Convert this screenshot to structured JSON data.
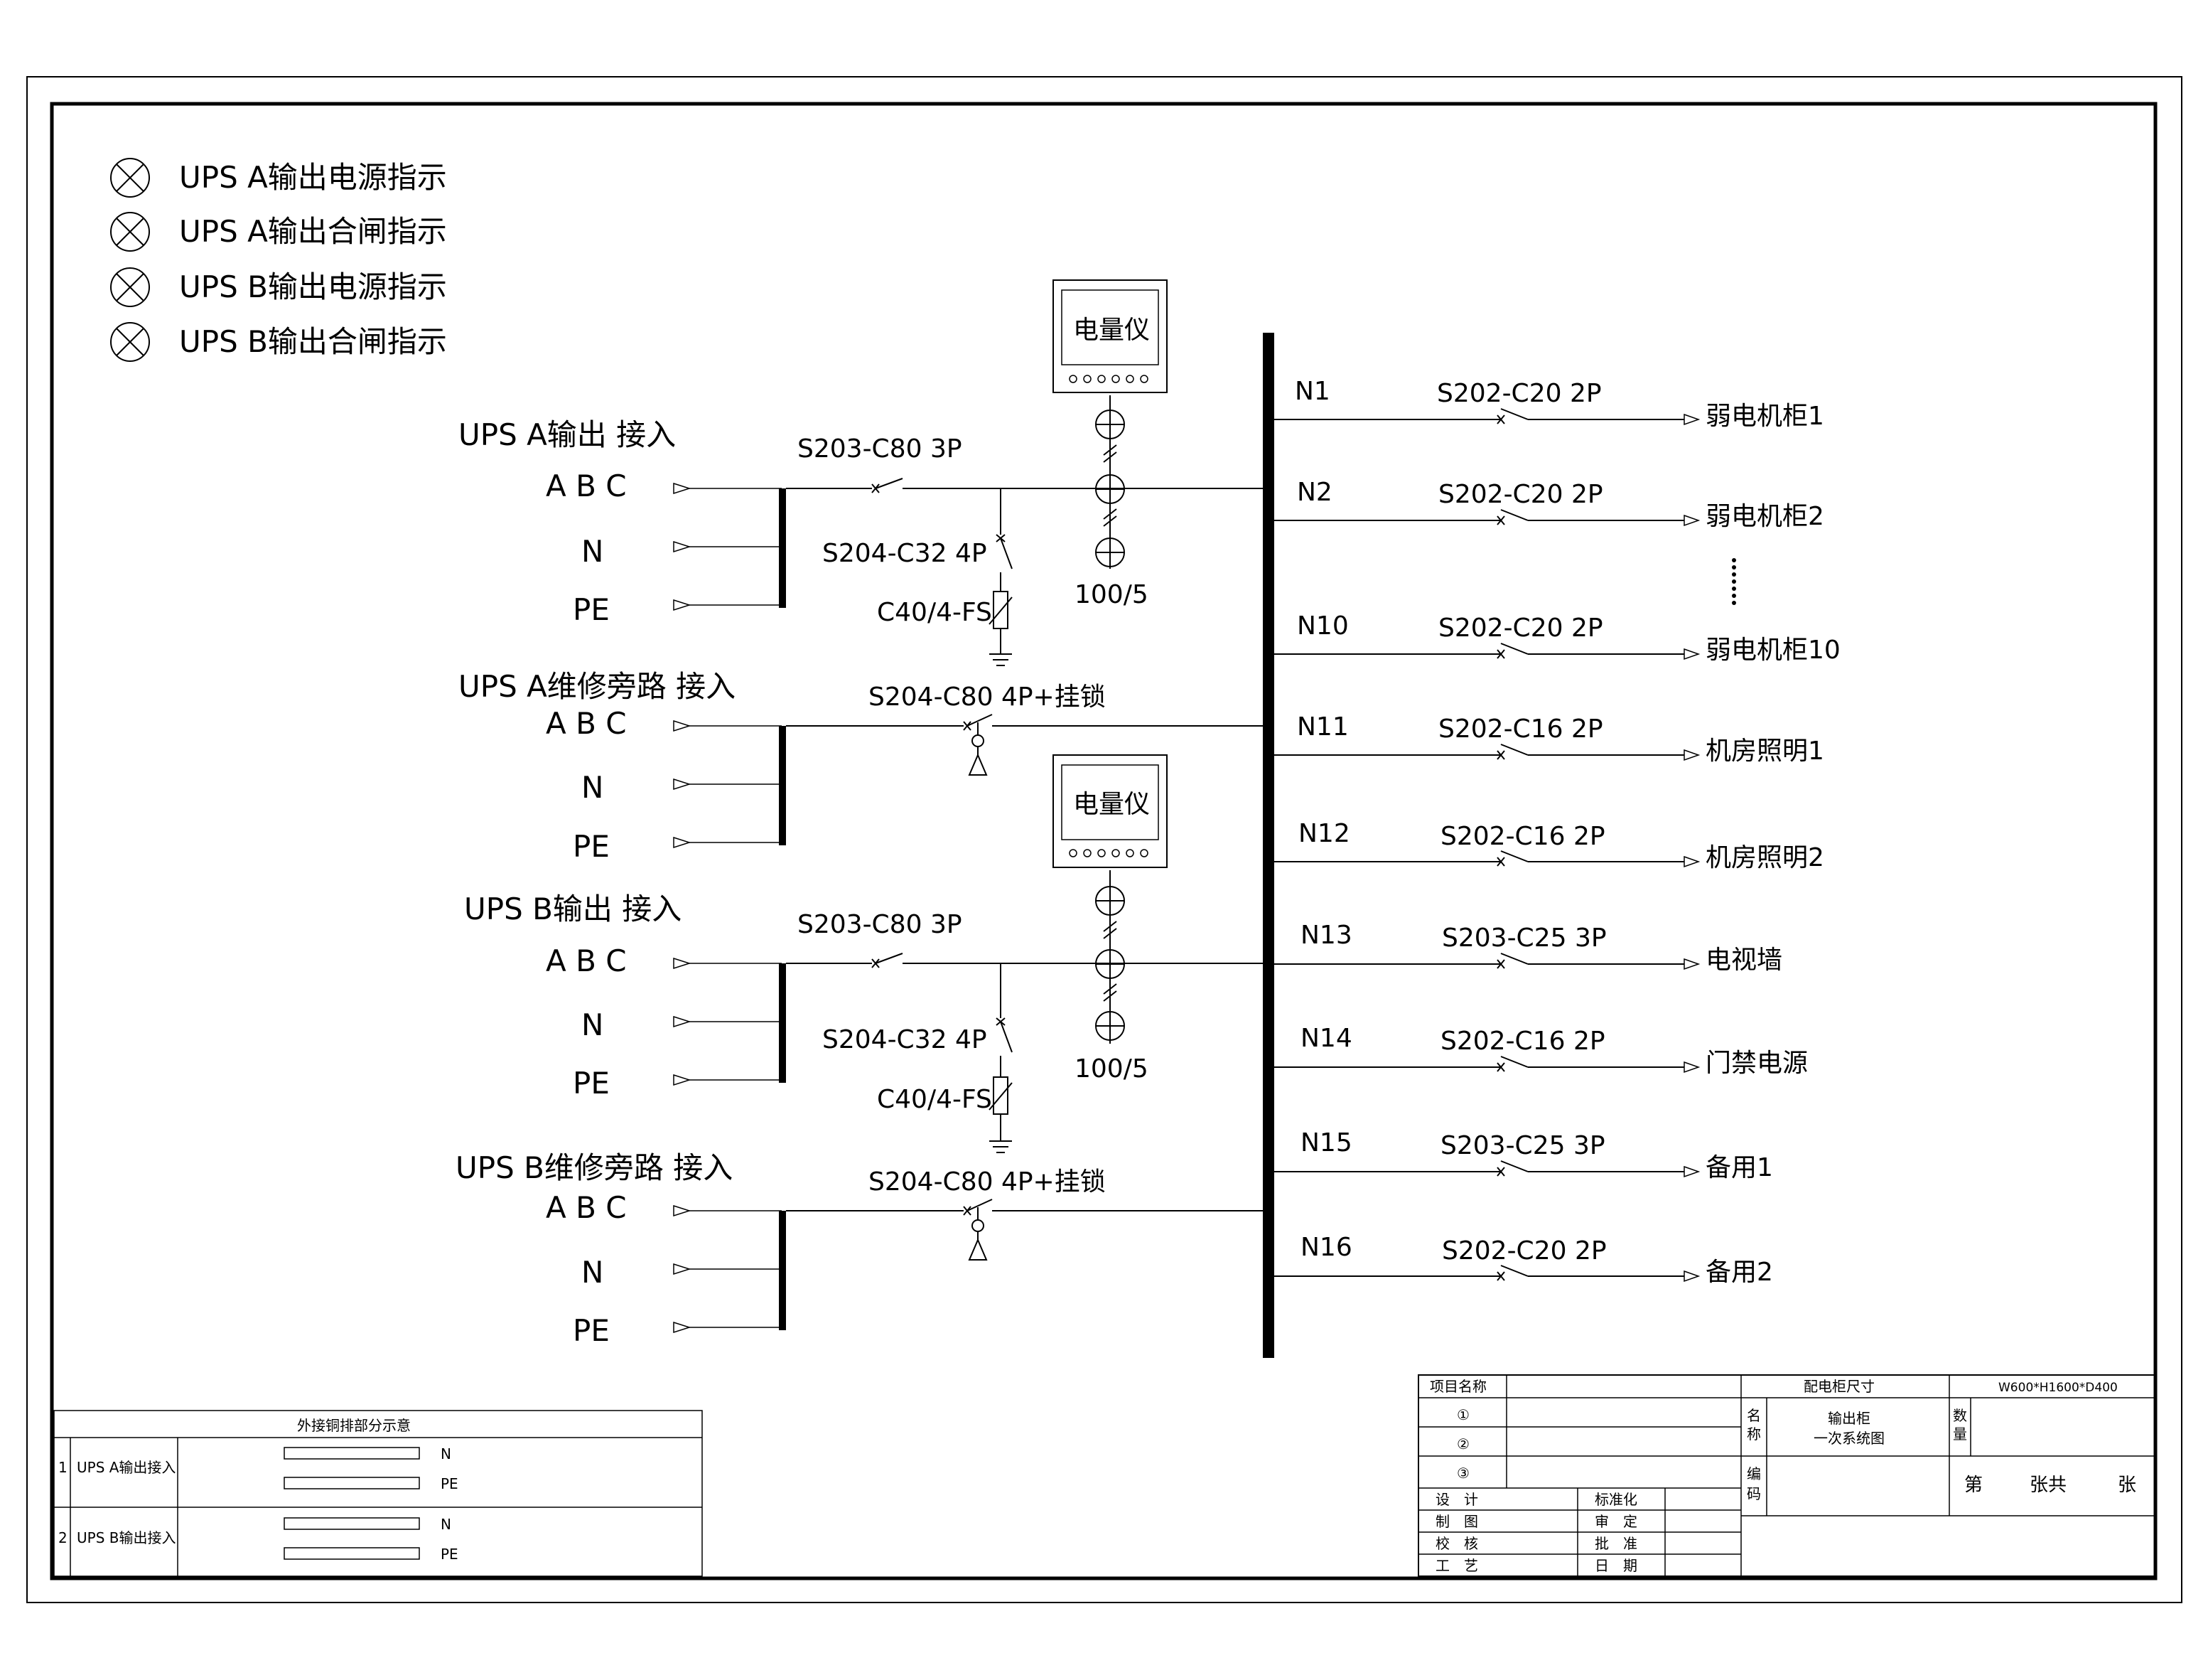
{
  "indicators": [
    "UPS A输出电源指示",
    "UPS A输出合闸指示",
    "UPS B输出电源指示",
    "UPS B输出合闸指示"
  ],
  "inputs": [
    {
      "title": "UPS A输出 接入",
      "phases": "A B C",
      "n": "N",
      "pe": "PE",
      "main_breaker": "S203-C80 3P",
      "spd_breaker": "S204-C32 4P",
      "spd": "C40/4-FS",
      "ct": "100/5",
      "meter": "电量仪"
    },
    {
      "title": "UPS A维修旁路 接入",
      "phases": "A B C",
      "n": "N",
      "pe": "PE",
      "bypass_breaker": "S204-C80 4P+挂锁"
    },
    {
      "title": "UPS B输出 接入",
      "phases": "A B C",
      "n": "N",
      "pe": "PE",
      "main_breaker": "S203-C80 3P",
      "spd_breaker": "S204-C32 4P",
      "spd": "C40/4-FS",
      "ct": "100/5",
      "meter": "电量仪"
    },
    {
      "title": "UPS B维修旁路 接入",
      "phases": "A B C",
      "n": "N",
      "pe": "PE",
      "bypass_breaker": "S204-C80 4P+挂锁"
    }
  ],
  "outputs": [
    {
      "id": "N1",
      "breaker": "S202-C20 2P",
      "load": "弱电机柜1"
    },
    {
      "id": "N2",
      "breaker": "S202-C20 2P",
      "load": "弱电机柜2"
    },
    {
      "id": "N10",
      "breaker": "S202-C20 2P",
      "load": "弱电机柜10"
    },
    {
      "id": "N11",
      "breaker": "S202-C16 2P",
      "load": "机房照明1"
    },
    {
      "id": "N12",
      "breaker": "S202-C16 2P",
      "load": "机房照明2"
    },
    {
      "id": "N13",
      "breaker": "S203-C25 3P",
      "load": "电视墙"
    },
    {
      "id": "N14",
      "breaker": "S202-C16 2P",
      "load": "门禁电源"
    },
    {
      "id": "N15",
      "breaker": "S203-C25 3P",
      "load": "备用1"
    },
    {
      "id": "N16",
      "breaker": "S202-C20 2P",
      "load": "备用2"
    }
  ],
  "copper_table": {
    "title": "外接铜排部分示意",
    "rows": [
      {
        "no": "1",
        "name": "UPS A输出接入",
        "bars": [
          "N",
          "PE"
        ]
      },
      {
        "no": "2",
        "name": "UPS B输出接入",
        "bars": [
          "N",
          "PE"
        ]
      }
    ]
  },
  "title_block": {
    "project_label": "项目名称",
    "size_label": "配电柜尺寸",
    "size_value": "W600*H1600*D400",
    "rev_marks": [
      "①",
      "②",
      "③"
    ],
    "name_label": "名称",
    "drawing_name": [
      "输出柜",
      "一次系统图"
    ],
    "qty_label": "数量",
    "code_label": "编码",
    "sheet_text": [
      "第",
      "张共",
      "张"
    ],
    "roles_left": [
      "设　计",
      "制　图",
      "校　核",
      "工　艺"
    ],
    "roles_right": [
      "标准化",
      "审　定",
      "批　准",
      "日　期"
    ]
  },
  "colors": {
    "line": "#000000",
    "background": "#ffffff"
  }
}
